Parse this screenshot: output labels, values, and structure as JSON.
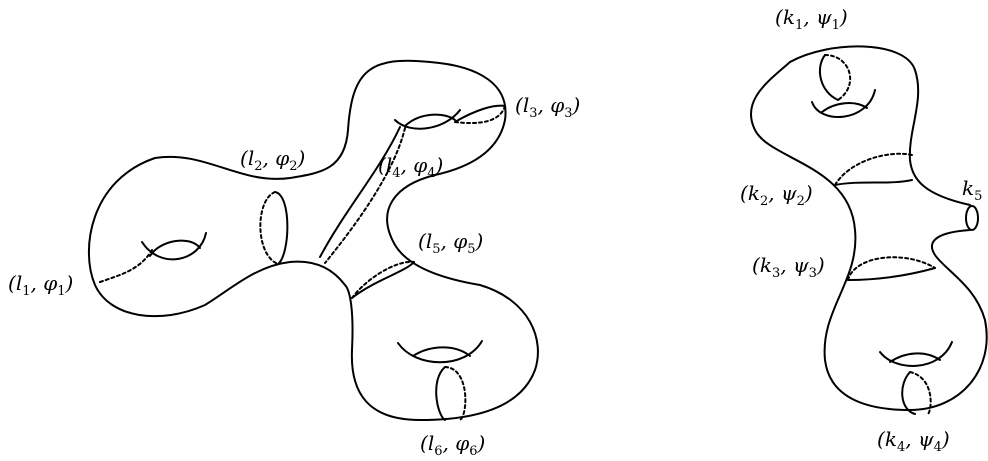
{
  "left_surface": {
    "labels": [
      {
        "name": "l1",
        "sym": "l",
        "idx": "1",
        "ang": "φ"
      },
      {
        "name": "l2",
        "sym": "l",
        "idx": "2",
        "ang": "φ"
      },
      {
        "name": "l3",
        "sym": "l",
        "idx": "3",
        "ang": "φ"
      },
      {
        "name": "l4",
        "sym": "l",
        "idx": "4",
        "ang": "φ"
      },
      {
        "name": "l5",
        "sym": "l",
        "idx": "5",
        "ang": "φ"
      },
      {
        "name": "l6",
        "sym": "l",
        "idx": "6",
        "ang": "φ"
      }
    ]
  },
  "right_surface": {
    "labels": [
      {
        "name": "k1",
        "sym": "k",
        "idx": "1",
        "ang": "ψ"
      },
      {
        "name": "k2",
        "sym": "k",
        "idx": "2",
        "ang": "ψ"
      },
      {
        "name": "k3",
        "sym": "k",
        "idx": "3",
        "ang": "ψ"
      },
      {
        "name": "k4",
        "sym": "k",
        "idx": "4",
        "ang": "ψ"
      }
    ],
    "boundary_label": {
      "sym": "k",
      "idx": "5"
    }
  },
  "punct": {
    "open": "(",
    "comma": ", ",
    "close": ")"
  }
}
